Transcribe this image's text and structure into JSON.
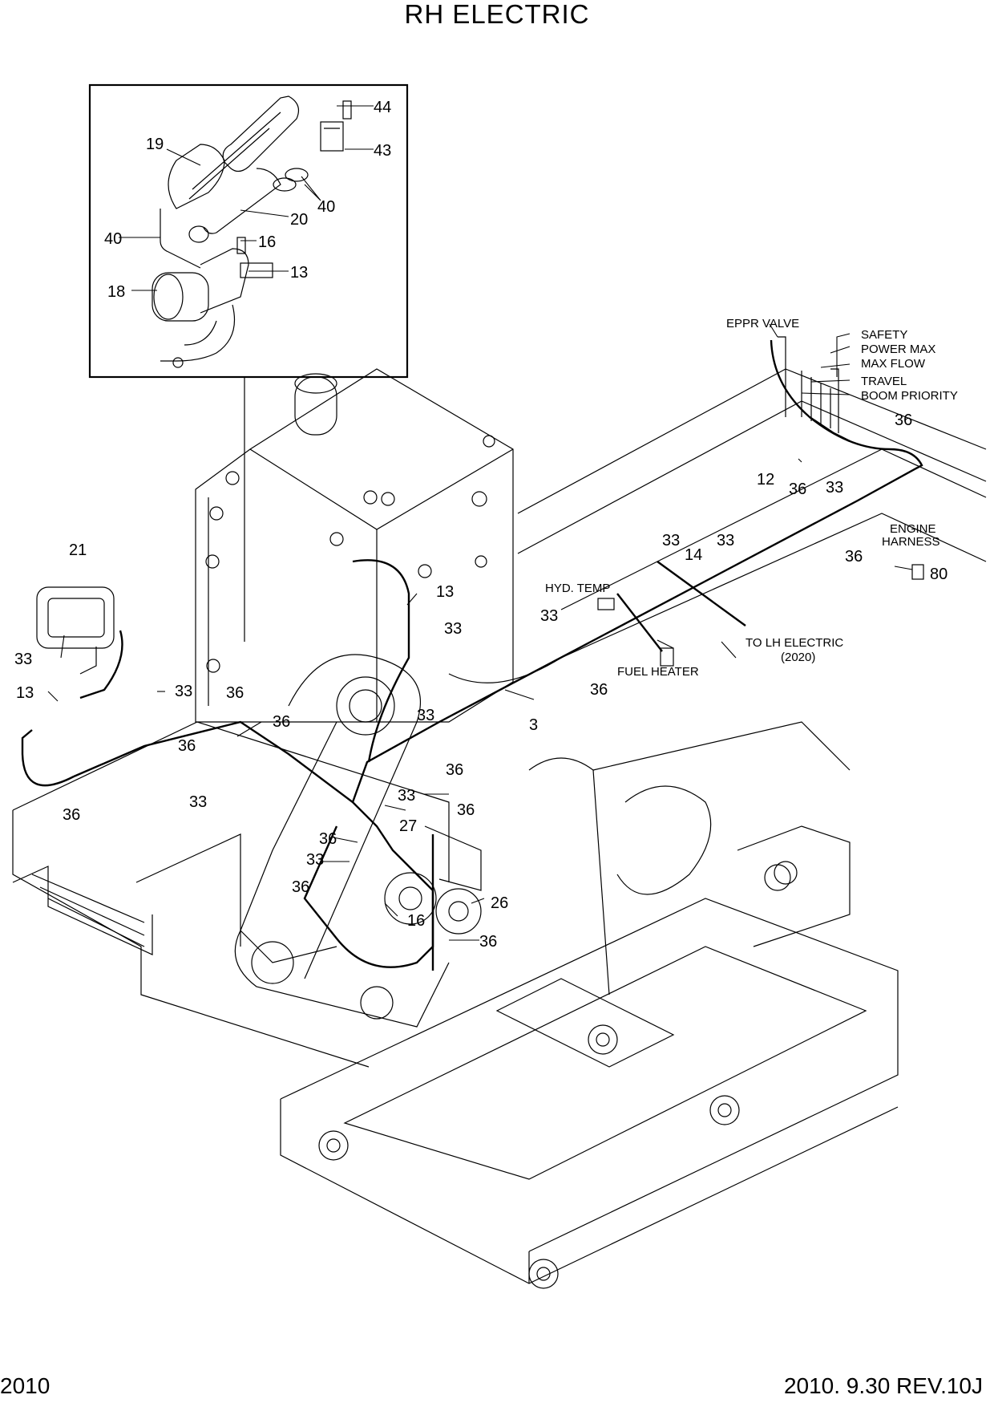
{
  "title": "RH ELECTRIC",
  "footer": {
    "left": "2010",
    "right": "2010. 9.30  REV.10J"
  },
  "inset_labels": [
    "44",
    "43",
    "19",
    "40",
    "20",
    "40",
    "16",
    "13",
    "18"
  ],
  "callouts": [
    "EPPR VALVE",
    "SAFETY",
    "POWER MAX",
    "MAX FLOW",
    "TRAVEL",
    "BOOM PRIORITY",
    "36",
    "12",
    "36",
    "33",
    "ENGINE",
    "HARNESS",
    "80",
    "33",
    "14",
    "33",
    "36",
    "HYD. TEMP",
    "33",
    "TO LH ELECTRIC",
    "(2020)",
    "FUEL HEATER",
    "36",
    "21",
    "13",
    "33",
    "33",
    "33",
    "13",
    "33",
    "36",
    "36",
    "36",
    "3",
    "33",
    "36",
    "33",
    "36",
    "33",
    "27",
    "36",
    "36",
    "33",
    "36",
    "16",
    "26",
    "36",
    "36",
    "33"
  ]
}
